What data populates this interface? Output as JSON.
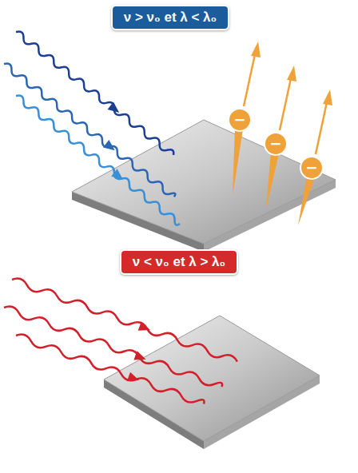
{
  "diagram": {
    "nodes": [
      {
        "text": [
          "ν > ν₀ et λ < λ₀"
        ]
      },
      {
        "text": [
          "−"
        ]
      },
      {
        "text": [
          "−"
        ]
      },
      {
        "text": [
          "−"
        ]
      },
      {
        "text": [
          "ν < ν₀ et λ > λ₀"
        ]
      }
    ]
  }
}
